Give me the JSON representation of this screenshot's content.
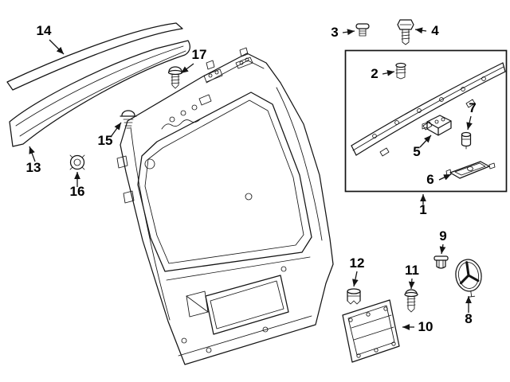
{
  "page": {
    "background": "#ffffff",
    "line_color": "#141414"
  },
  "callouts": {
    "c1": "1",
    "c2": "2",
    "c3": "3",
    "c4": "4",
    "c5": "5",
    "c6": "6",
    "c7": "7",
    "c8": "8",
    "c9": "9",
    "c10": "10",
    "c11": "11",
    "c12": "12",
    "c13": "13",
    "c14": "14",
    "c15": "15",
    "c16": "16",
    "c17": "17"
  }
}
